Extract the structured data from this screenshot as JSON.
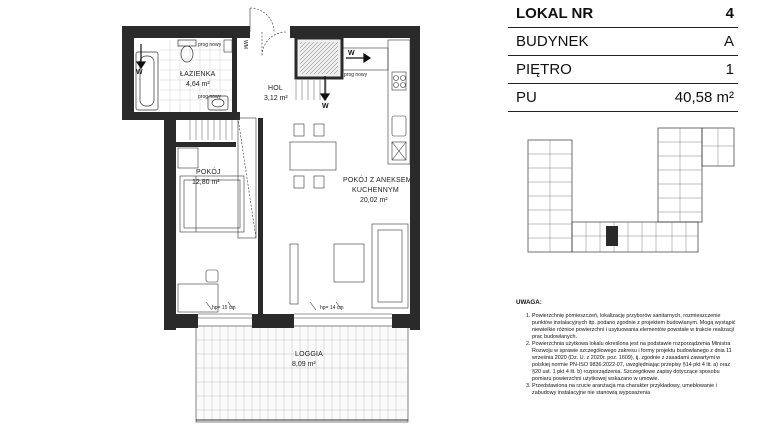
{
  "info": {
    "rows": [
      {
        "label": "LOKAL NR",
        "value": "4"
      },
      {
        "label": "BUDYNEK",
        "value": "A"
      },
      {
        "label": "PIĘTRO",
        "value": "1"
      },
      {
        "label": "PU",
        "value": "40,58 m²"
      }
    ]
  },
  "rooms": {
    "lazienka": {
      "name": "ŁAZIENKA",
      "area": "4,64 m²"
    },
    "hol": {
      "name": "HOL",
      "area": "3,12 m²"
    },
    "pokoj": {
      "name": "POKÓJ",
      "area": "12,80 m²"
    },
    "salon": {
      "name_line1": "POKÓJ Z ANEKSEM",
      "name_line2": "KUCHENNYM",
      "area": "20,02 m²"
    },
    "loggia": {
      "name": "LOGGIA",
      "area": "8,09 m²"
    }
  },
  "annotations": {
    "grid_labels": [
      "prog nowy",
      "prog nowy",
      "prog nowy"
    ],
    "sill_heights": [
      "hp= 15 cm",
      "hp= 14 cm"
    ],
    "ventilation": [
      "W",
      "W",
      "W"
    ],
    "wm": "WM"
  },
  "notes": {
    "title": "UWAGA:",
    "items": [
      "Powierzchnię pomieszczeń, lokalizację przyborów sanitarnych, rozmieszczenie punktów instalacyjnych itp. podano zgodnie z projektem budowlanym. Mogą wystąpić niewielkie różnice powierzchni i usytuowania elementów powstałe w trakcie realizacji prac budowlanych.",
      "Powierzchnia użytkowa lokalu określona jest na podstawie rozporządzenia Ministra Rozwoju w sprawie szczegółowego zakresu i formy projektu budowlanego z dnia 11 września 2020 (Dz. U. z 2020r. poz. 1609), tj. zgodnie z zasadami zawartymi w polskiej normie PN-ISO 9836:2022-07, uwzględniając przepisy §14 pkt 4 lit. a) oraz §20 ust. 1 pkt 4 lit. b) rozporządzenia. Szczegółowe zapisy dotyczące sposobu pomiaru powierzchni użytkowej wskazano w umowie.",
      "Przedstawiona na rzucie aranżacja ma charakter przykładowy, umeblowanie i zabudowy instalacyjne nie stanowią wyposażenia"
    ]
  }
}
